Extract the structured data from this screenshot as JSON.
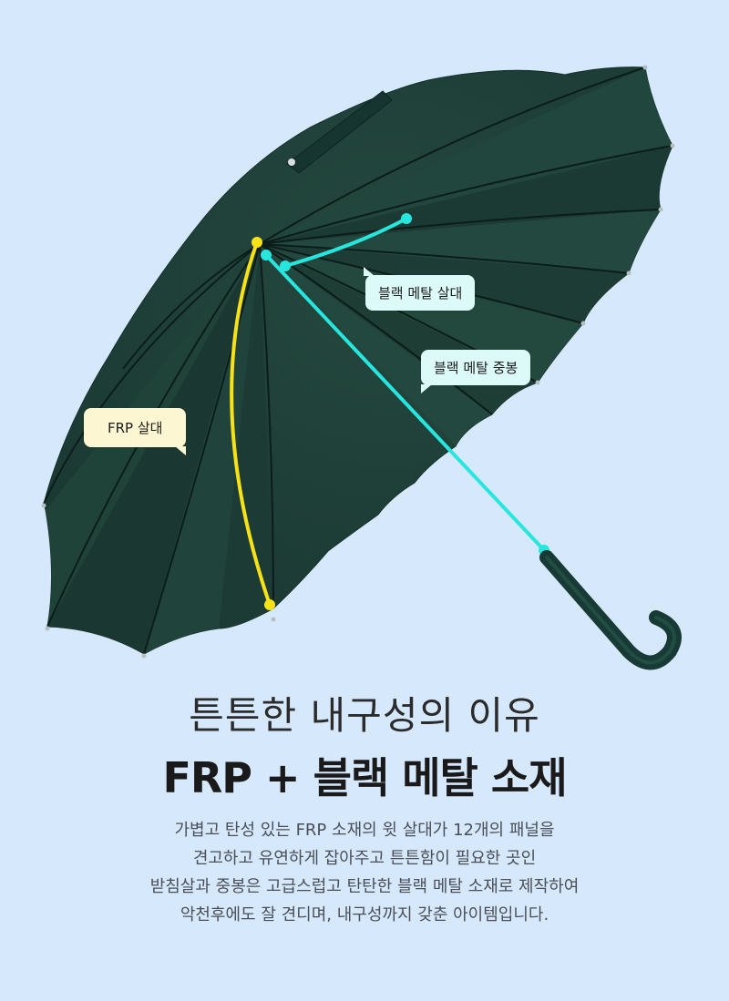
{
  "callouts": {
    "black_metal_rib": "블랙 메탈 살대",
    "black_metal_shaft": "블랙 메탈 중봉",
    "frp_rib": "FRP 살대"
  },
  "heading": {
    "subtitle": "튼튼한 내구성의 이유",
    "title": "FRP + 블랙 메탈 소재"
  },
  "description": {
    "lines": [
      "가볍고 탄성 있는 FRP 소재의 윗 살대가 12개의 패널을",
      "견고하고 유연하게 잡아주고 튼튼함이 필요한 곳인",
      "받침살과 중봉은 고급스럽고 탄탄한 블랙 메탈 소재로 제작하여",
      "악천후에도 잘 견디며, 내구성까지 갖춘 아이템입니다."
    ]
  },
  "colors": {
    "background": "#d6e8fc",
    "umbrella_canopy": "#1e3f37",
    "highlight_cyan": "#27e6de",
    "highlight_yellow": "#f7e21a"
  },
  "icons": {
    "umbrella": "umbrella-illustration"
  }
}
